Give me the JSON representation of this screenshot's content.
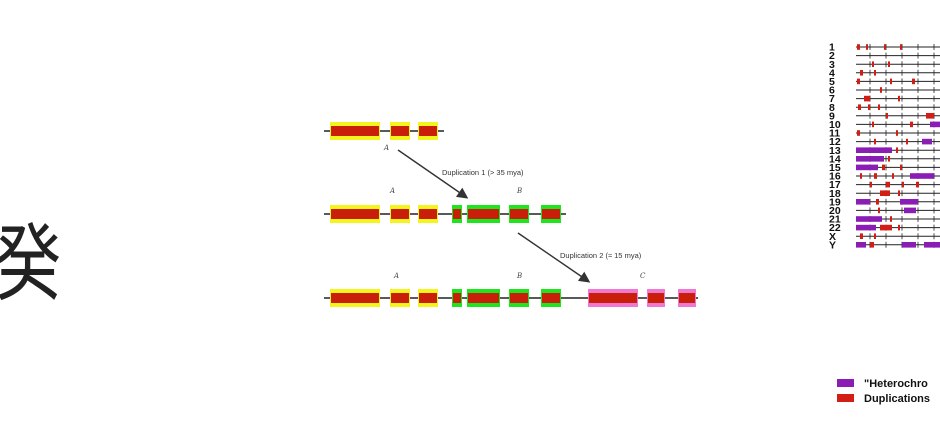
{
  "side_glyph": "癸",
  "diagram": {
    "rows": [
      {
        "labels": [
          "A"
        ],
        "blocks": [
          {
            "family": "A"
          },
          {
            "family": "A"
          },
          {
            "family": "A"
          }
        ]
      },
      {
        "labels": [
          "A",
          "B"
        ],
        "blocks": [
          {
            "family": "A"
          },
          {
            "family": "A"
          },
          {
            "family": "A"
          },
          {
            "family": "B"
          },
          {
            "family": "B"
          },
          {
            "family": "B"
          },
          {
            "family": "B"
          }
        ]
      },
      {
        "labels": [
          "A",
          "B",
          "C"
        ],
        "blocks": [
          {
            "family": "A"
          },
          {
            "family": "A"
          },
          {
            "family": "A"
          },
          {
            "family": "B"
          },
          {
            "family": "B"
          },
          {
            "family": "B"
          },
          {
            "family": "B"
          },
          {
            "family": "C"
          },
          {
            "family": "C"
          },
          {
            "family": "C"
          }
        ]
      }
    ],
    "events": [
      {
        "label": "Duplication 1 (> 35 mya)"
      },
      {
        "label": "Duplication 2 (≈ 15 mya)"
      }
    ],
    "colors": {
      "A": "#f5f51e",
      "B": "#1ee61e",
      "C": "#f078d2",
      "core": "#c81e0a",
      "line": "#222222",
      "arrow": "#333333"
    }
  },
  "karyotype": {
    "chromosomes": [
      "1",
      "2",
      "3",
      "4",
      "5",
      "6",
      "7",
      "8",
      "9",
      "10",
      "11",
      "12",
      "13",
      "14",
      "15",
      "16",
      "17",
      "18",
      "19",
      "20",
      "21",
      "22",
      "X",
      "Y"
    ],
    "colors": {
      "heterochromatin": "#8a1eb4",
      "duplications": "#d21e14",
      "line": "#222222"
    },
    "legend": [
      {
        "key": "heterochromatin",
        "label": "\"Heterochro"
      },
      {
        "key": "duplications",
        "label": "Duplications"
      }
    ]
  }
}
